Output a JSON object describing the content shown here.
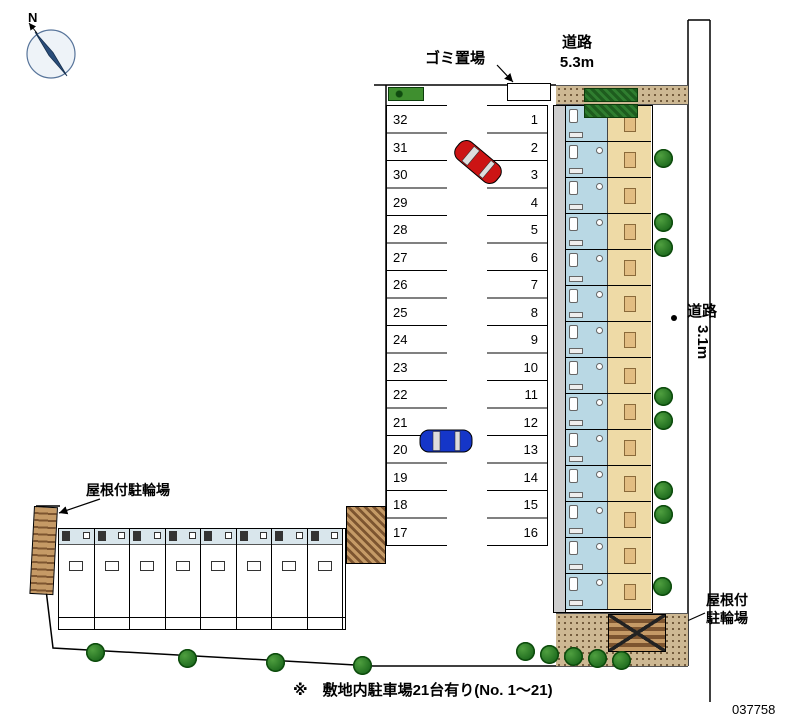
{
  "meta": {
    "drawing_number": "037758"
  },
  "compass": {
    "label": "N"
  },
  "labels": {
    "garbage": "ゴミ置場",
    "road_top_name": "道路",
    "road_top_width": "5.3m",
    "road_right_name": "道路",
    "road_right_width": "3.1m",
    "bike_parking_left": "屋根付駐輪場",
    "bike_parking_right_line1": "屋根付",
    "bike_parking_right_line2": "駐輪場",
    "note": "※　敷地内駐車場21台有り(No. 1〜21)"
  },
  "parking": {
    "left_column": [
      "32",
      "31",
      "30",
      "29",
      "28",
      "27",
      "26",
      "25",
      "24",
      "23",
      "22",
      "21",
      "20",
      "19",
      "18",
      "17"
    ],
    "right_column": [
      "1",
      "2",
      "3",
      "4",
      "5",
      "6",
      "7",
      "8",
      "9",
      "10",
      "11",
      "12",
      "13",
      "14",
      "15",
      "16"
    ]
  },
  "building": {
    "right_units": 14,
    "bottom_units": 8
  },
  "colors": {
    "unit_bath": "#b9d8e4",
    "unit_room": "#eedaa6",
    "corridor_gray": "#cdcdcd",
    "bottom_bath": "#d9e6ec",
    "tree_green": "#1e6b1e",
    "hatch_light": "#c59a66",
    "hatch_dark": "#7d5530",
    "gravel_bg": "#cdb893",
    "gravel_dot": "#6d5436",
    "car_red": "#cc1414",
    "car_blue": "#1536c8"
  }
}
